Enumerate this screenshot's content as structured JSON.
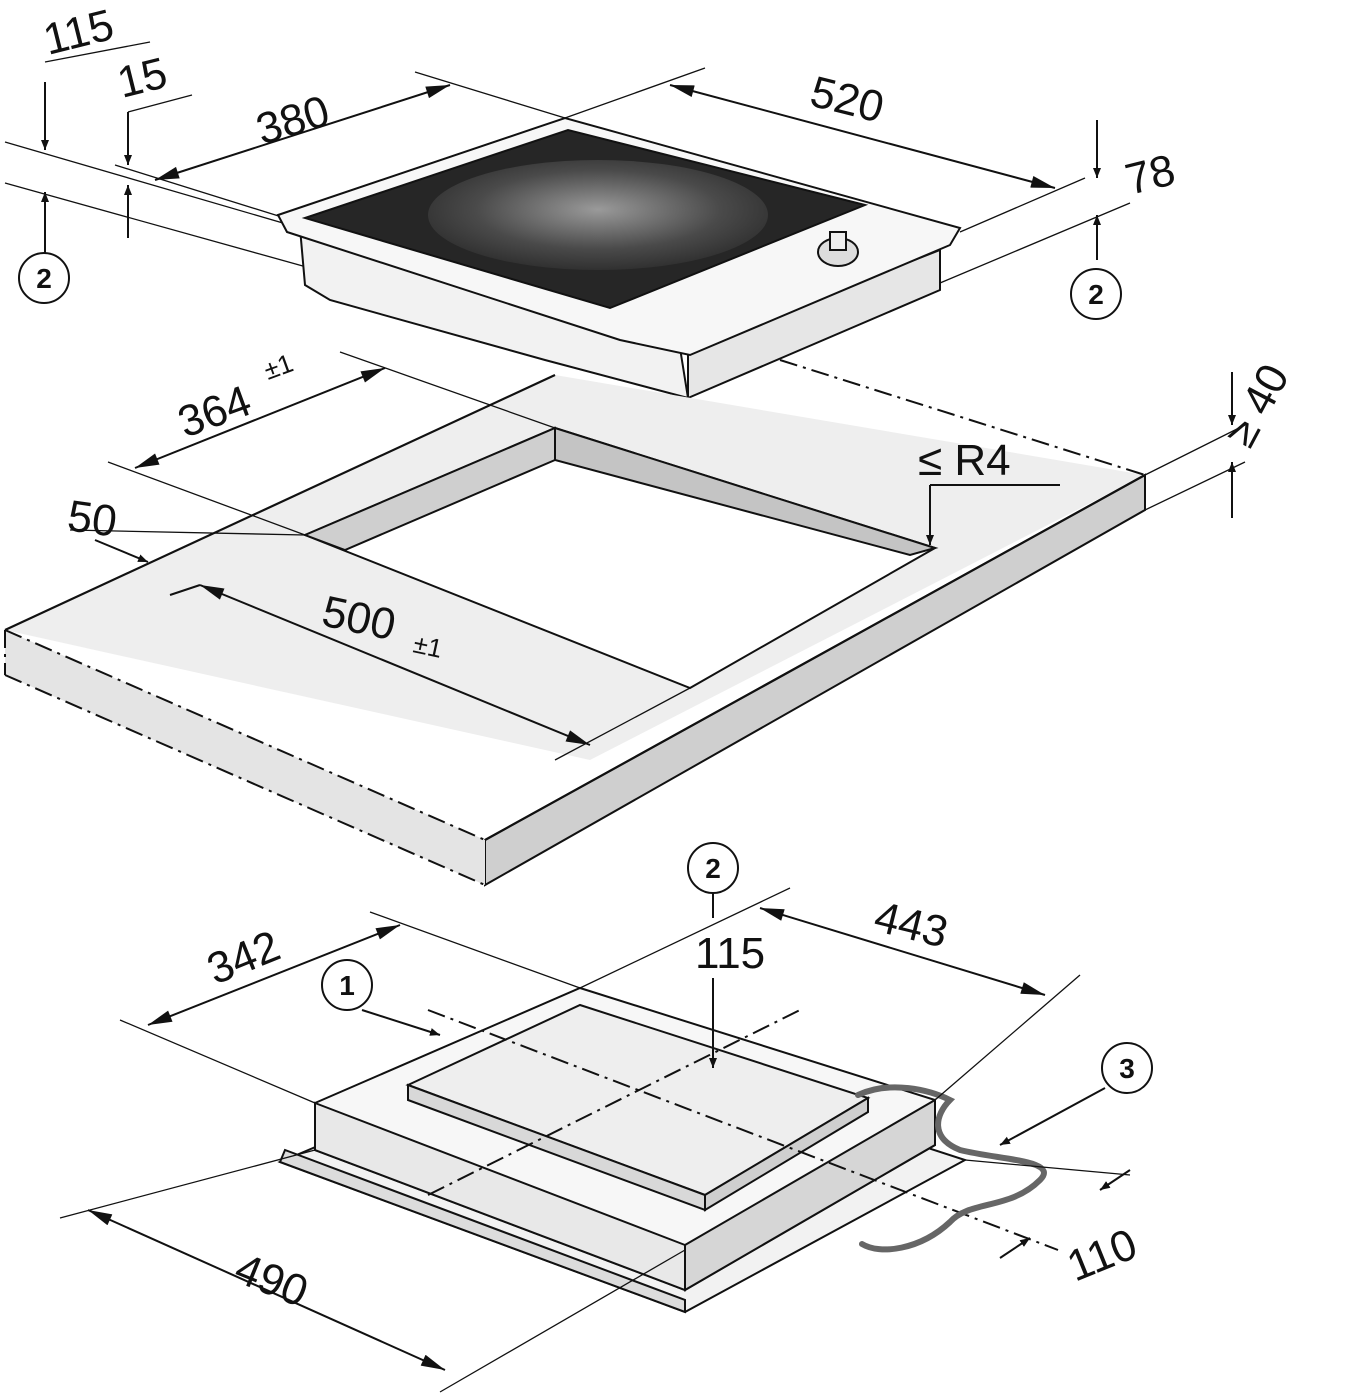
{
  "diagram": {
    "top_unit": {
      "dim_115": "115",
      "dim_15": "15",
      "dim_380": "380",
      "dim_520": "520",
      "dim_78": "78",
      "callout_left": "2",
      "callout_right": "2"
    },
    "cutout": {
      "dim_364": "364",
      "dim_364_tol": "±1",
      "dim_50": "50",
      "dim_500": "500",
      "dim_500_tol": "±1",
      "radius": "≤ R4",
      "thickness": "≥ 40"
    },
    "bottom_unit": {
      "dim_342": "342",
      "dim_443": "443",
      "dim_115": "115",
      "dim_490": "490",
      "dim_110": "110",
      "callout_1": "1",
      "callout_2": "2",
      "callout_3": "3"
    }
  },
  "colors": {
    "line": "#111111",
    "surface": "#ececec",
    "edge": "#cfcfcf",
    "glass": "#2a2a2a",
    "cable": "#666666"
  }
}
